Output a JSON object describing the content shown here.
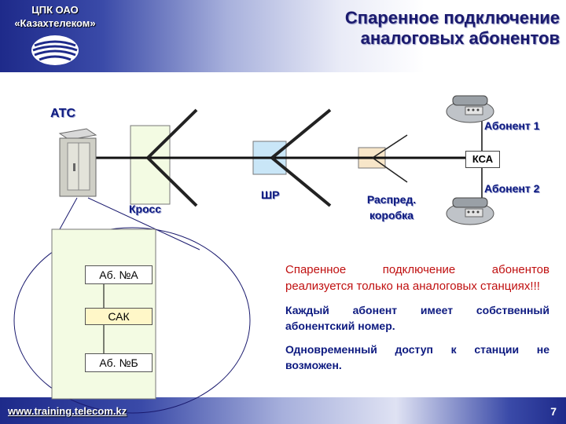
{
  "header": {
    "org_line1": "ЦПК ОАО",
    "org_line2": "«Казахтелеком»",
    "title_line1": "Спаренное подключение",
    "title_line2": "аналоговых абонентов"
  },
  "diagram": {
    "ats": "АТС",
    "kross": "Кросс",
    "shr": "ШР",
    "raspred_line1": "Распред.",
    "raspred_line2": "коробка",
    "abonent1": "Абонент 1",
    "abonent2": "Абонент 2",
    "ksa": "КСА",
    "ab_a": "Аб. №А",
    "sak": "САК",
    "ab_b": "Аб. №Б"
  },
  "info": {
    "p1_red": "Спаренное подключение абонентов реализуется только на аналоговых станциях!!!",
    "p2": "Каждый абонент имеет собственный абонентский номер.",
    "p3": "Одновременный доступ к станции не возможен."
  },
  "footer": {
    "url": "www.training.telecom.kz",
    "page": "7"
  },
  "colors": {
    "brand_blue": "#1e2a8a",
    "accent_red": "#c01010",
    "label_blue": "#0d1a80"
  }
}
